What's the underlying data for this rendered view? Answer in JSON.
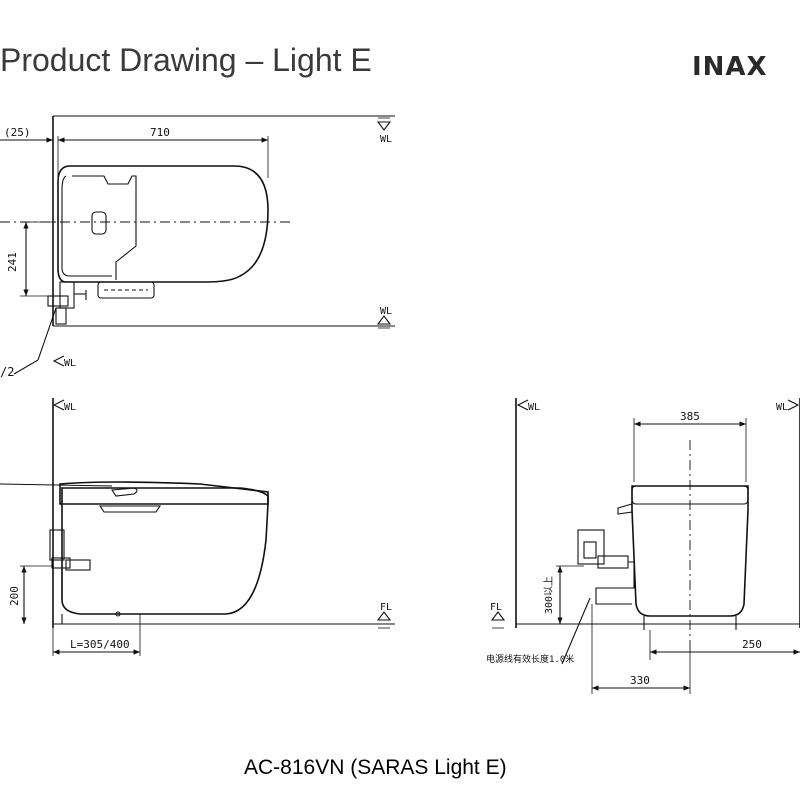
{
  "header": {
    "title": "Product Drawing – Light E",
    "brand": "INAX"
  },
  "caption": "AC-816VN (SARAS Light E)",
  "top_view": {
    "dim_offset": "(25)",
    "dim_length": "710",
    "dim_241": "241",
    "wl_top": "WL",
    "wl_bottom": "WL",
    "wl_left": "WL",
    "partial_label": "/2"
  },
  "side_view": {
    "wl": "WL",
    "fl": "FL",
    "dim_200": "200",
    "dim_l": "L=305/400"
  },
  "front_view": {
    "wl_left": "WL",
    "wl_right": "WL",
    "fl": "FL",
    "dim_385": "385",
    "dim_300": "300以上",
    "dim_250": "250",
    "dim_330": "330",
    "cord_note": "电源线有效长度1.0米"
  }
}
